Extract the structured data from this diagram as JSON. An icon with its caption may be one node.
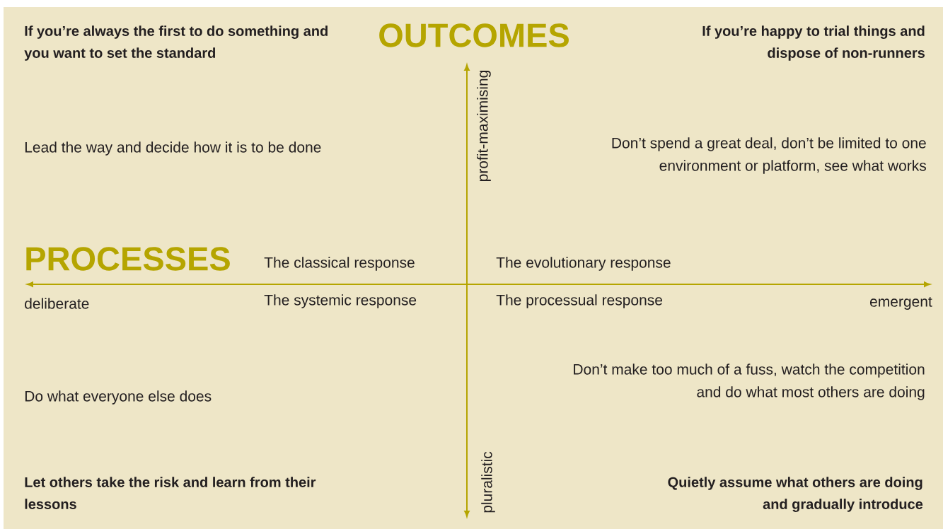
{
  "diagram": {
    "labels": [
      "If you’re always the first to do something and you want to set the standard",
      "OUTCOMES",
      "If you’re happy to trial things and dispose of non-runners",
      "profit-maximising",
      "Lead the way and decide how it is to be done",
      "Don’t spend a great deal, don’t be limited to one environment or platform, see what works",
      "PROCESSES",
      "The classical response",
      "The evolutionary response",
      "deliberate",
      "The systemic response",
      "The processual response",
      "emergent",
      "Don’t make too much of a fuss, watch the competition and do what most others are doing",
      "Do what everyone else does",
      "pluralistic",
      "Let others take the risk and learn from their lessons",
      "Quietly assume what others are doing and gradually introduce"
    ]
  }
}
